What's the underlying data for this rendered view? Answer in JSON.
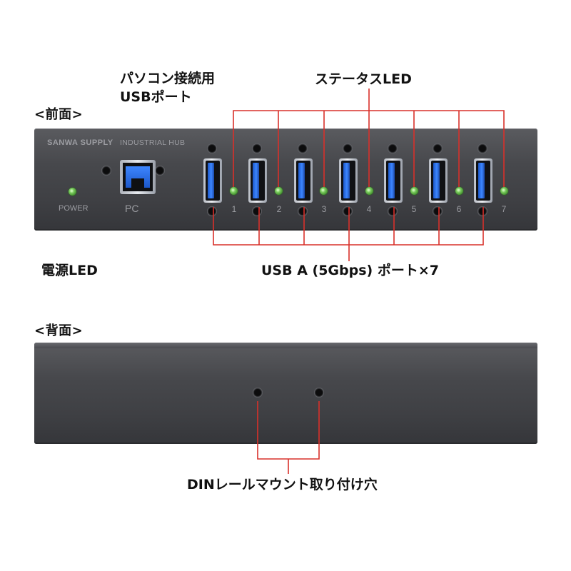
{
  "labels": {
    "front_heading": "<前面>",
    "back_heading": "<背面>",
    "pc_port_callout_line1": "パソコン接続用",
    "pc_port_callout_line2": "USBポート",
    "status_led_callout": "ステータスLED",
    "power_led_callout": "電源LED",
    "usb_a_callout": "USB A (5Gbps) ポート×7",
    "din_callout": "DINレールマウント取り付け穴"
  },
  "device_front": {
    "brand": "SANWA SUPPLY",
    "model": "INDUSTRIAL HUB",
    "power_label": "POWER",
    "pc_label": "PC",
    "port_numbers": [
      "1",
      "2",
      "3",
      "4",
      "5",
      "6",
      "7"
    ]
  },
  "colors": {
    "callout_line": "#d9302a",
    "usb_blue": "#2f6fe0",
    "led_green": "#6fc157",
    "panel": "#45464a"
  }
}
